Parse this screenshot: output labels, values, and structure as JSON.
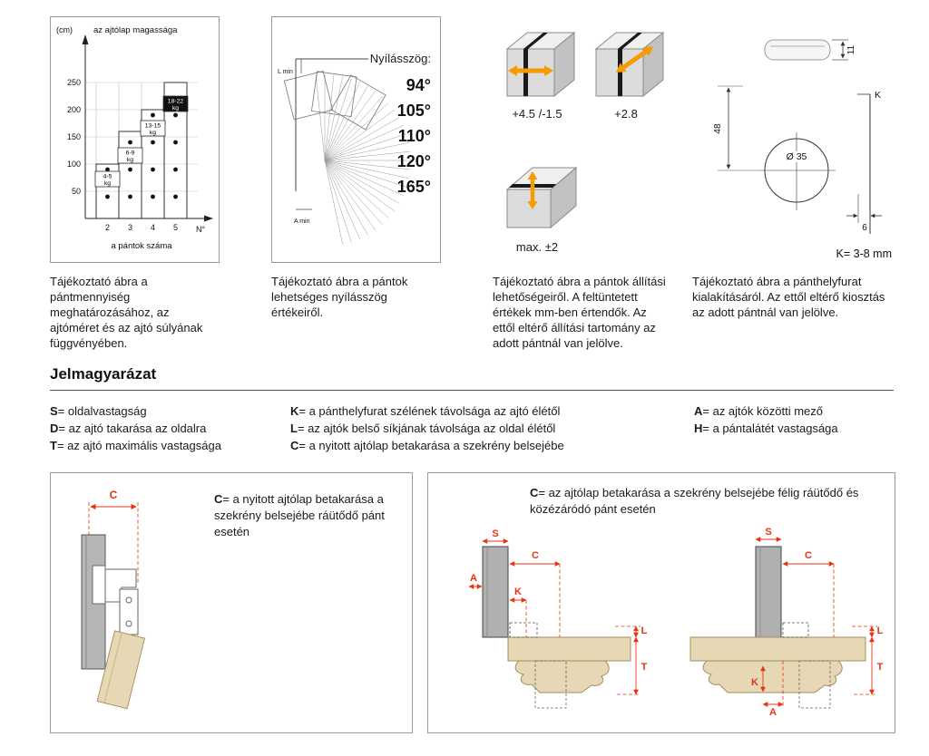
{
  "colors": {
    "red": "#e63312",
    "orange": "#f59b00"
  },
  "chart_data": {
    "type": "scatter",
    "title": "az ajtólap magassága",
    "ylabel": "(cm)",
    "xlabel": "a pántok száma",
    "x_end_label": "N°",
    "x_ticks": [
      2,
      3,
      4,
      5
    ],
    "y_ticks": [
      250,
      200,
      150,
      100,
      50
    ],
    "ylim": [
      0,
      280
    ],
    "grid": true,
    "weight_steps": [
      {
        "hinges": 2,
        "label": "4-5 kg",
        "max_height_cm": 100,
        "inverted": false
      },
      {
        "hinges": 3,
        "label": "6-9 kg",
        "max_height_cm": 160,
        "inverted": false
      },
      {
        "hinges": 4,
        "label": "13-15 kg",
        "max_height_cm": 200,
        "inverted": false
      },
      {
        "hinges": 5,
        "label": "18-22 kg",
        "max_height_cm": 250,
        "inverted": true
      }
    ],
    "points": [
      {
        "x": 2,
        "y": 40
      },
      {
        "x": 2,
        "y": 90
      },
      {
        "x": 3,
        "y": 40
      },
      {
        "x": 3,
        "y": 90
      },
      {
        "x": 3,
        "y": 140
      },
      {
        "x": 4,
        "y": 40
      },
      {
        "x": 4,
        "y": 90
      },
      {
        "x": 4,
        "y": 140
      },
      {
        "x": 4,
        "y": 190
      },
      {
        "x": 5,
        "y": 40
      },
      {
        "x": 5,
        "y": 90
      },
      {
        "x": 5,
        "y": 140
      },
      {
        "x": 5,
        "y": 190
      }
    ]
  },
  "panel1": {
    "caption": "Tájékoztató ábra a pántmennyiség meghatározásához, az ajtóméret és az ajtó súlyának függvényében."
  },
  "panel2": {
    "caption": "Tájékoztató ábra a pántok lehetséges nyílásszög értékeiről.",
    "title": "Nyílásszög:",
    "angles": [
      "94°",
      "105°",
      "110°",
      "120°",
      "165°"
    ],
    "l_min": "L min",
    "a_min": "A min"
  },
  "panel3": {
    "caption": "Tájékoztató ábra a pántok állítási lehetőségeiről. A feltüntetett értékek mm-ben értendők. Az ettől eltérő állítási tartomány az adott pántnál van jelölve.",
    "adj1": "+4.5 /-1.5",
    "adj2": "+2.8",
    "adj3": "max. ±2"
  },
  "panel4": {
    "caption": "Tájékoztató ábra a pánthelyfurat kialakításáról. Az ettől eltérő kiosztás az adott pántnál van jelölve.",
    "dim11": "11",
    "dimK": "K",
    "dim48": "48",
    "dia": "Ø 35",
    "dim6": "6",
    "k_range": "K= 3-8 mm"
  },
  "legend": {
    "title": "Jelmagyarázat",
    "col1": [
      {
        "key": "S",
        "text": "= oldalvastagság"
      },
      {
        "key": "D",
        "text": "= az ajtó takarása az oldalra"
      },
      {
        "key": "T",
        "text": "= az ajtó maximális vastagsága"
      }
    ],
    "col2": [
      {
        "key": "K",
        "text": "= a pánthelyfurat szélének távolsága az ajtó élétől"
      },
      {
        "key": "L",
        "text": "= az ajtók belső síkjának távolsága az oldal élétől"
      },
      {
        "key": "C",
        "text": "= a nyitott ajtólap betakarása a szekrény belsejébe"
      }
    ],
    "col3": [
      {
        "key": "A",
        "text": "= az ajtók közötti mező"
      },
      {
        "key": "H",
        "text": "= a pántalátét vastagsága"
      }
    ]
  },
  "bottom_left": {
    "key": "C",
    "text": "= a nyitott ajtólap betakarása a szekrény belsejébe ráütődő pánt esetén",
    "dim_c": "C"
  },
  "bottom_right": {
    "key": "C",
    "text": "= az ajtólap betakarása a szekrény belsejébe félig ráütődő és közézáródó pánt esetén",
    "dims_left": [
      "S",
      "C",
      "A",
      "K",
      "L",
      "T"
    ],
    "dims_right": [
      "S",
      "C",
      "L",
      "T",
      "K",
      "A"
    ]
  }
}
